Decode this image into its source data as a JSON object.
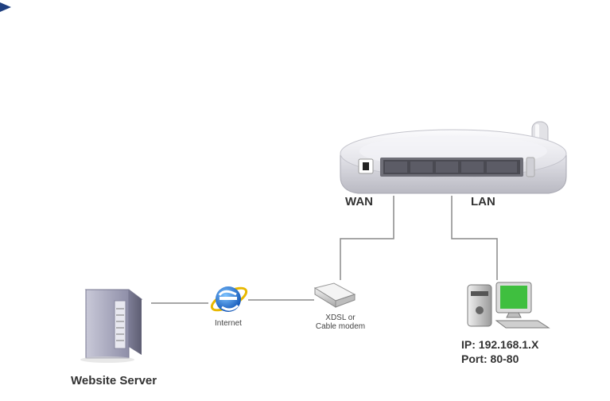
{
  "router": {
    "wan_label": "WAN",
    "lan_label": "LAN"
  },
  "internet": {
    "label": "Internet"
  },
  "modem": {
    "label_line1": "XDSL or",
    "label_line2": "Cable modem"
  },
  "pc": {
    "ip_line": "IP: 192.168.1.X",
    "port_line": "Port: 80-80"
  },
  "server": {
    "label": "Website Server"
  },
  "colors": {
    "arrow": "#1f3f7f",
    "line": "#8a8a8a",
    "router_body": "#e8e8ec",
    "pc_screen": "#3fbf3f",
    "ie_blue": "#1f6fd6",
    "ie_ring": "#e8b800"
  },
  "icons": [
    "bullet-arrow-icon",
    "router-icon",
    "antenna-icon",
    "server-icon",
    "internet-explorer-icon",
    "modem-icon",
    "computer-icon"
  ]
}
